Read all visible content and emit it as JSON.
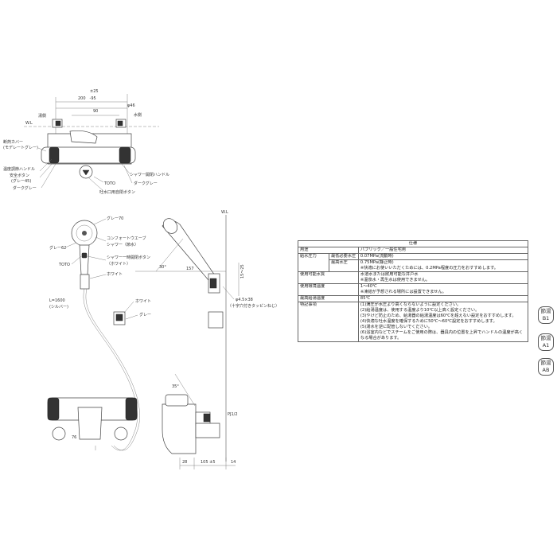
{
  "top_view": {
    "wl": "W.L",
    "hot_side": "湯側",
    "cold_side": "水側",
    "dim_pm25": "±25",
    "dim_200_95": "200　-95",
    "dim_90": "90",
    "dim_phi46": "φ46",
    "heat_guard": [
      "断熱カバー",
      "(モデレートグレー)"
    ],
    "temp_handle": "温度調節ハンドル",
    "safety_button": [
      "安全ボタン",
      "(グレー45)"
    ],
    "dark_gray_1": "ダークグレー",
    "toto": "TOTO",
    "shower_handle": "シャワー開閉ハンドル",
    "dark_gray_2": "ダークグレー",
    "spout_button": "吐水口用自閉ボタン"
  },
  "shower_view": {
    "gray70": "グレー70",
    "comfort_wave": [
      "コンフォートウエーブ",
      "シャワー（節水）"
    ],
    "gray62": "グレー62",
    "toto": "TOTO",
    "pause_button": [
      "シャワー一時開閉ボタン",
      "（ホワイト）"
    ],
    "white1": "ホワイト",
    "hose": [
      "L=1600",
      "(シルバー)"
    ],
    "white2": "ホワイト",
    "gray": "グレー",
    "wl": "W.L",
    "angle30": "30°",
    "dim157": "157",
    "dim_range": "15～25",
    "screw": [
      "φ4.5×38",
      "（十字穴付きタッピンねじ）"
    ]
  },
  "front_view": {
    "dim76": "76",
    "angle35": "35°",
    "pj": "PJ1/2",
    "dim28": "28",
    "dim105": "105 ±5",
    "dim14": "14"
  },
  "spec_table": {
    "title": "仕様",
    "rows": [
      {
        "label": "用途",
        "sub": "",
        "value": [
          "パブリック／一般住宅用"
        ]
      },
      {
        "label": "給水圧力",
        "sub": "最低必要水圧",
        "value": [
          "0.07MPa(流動時)"
        ]
      },
      {
        "label": "",
        "sub": "最高水圧",
        "value": [
          "0.75MPa(静止時)",
          "※快適にお使いいただくためには、0.2MPa程度の圧力をおすすめします。"
        ]
      },
      {
        "label": "使用可能水質",
        "sub": "",
        "value": [
          "水道水または飲用可能な井戸水",
          "※温泉水・再生水は使用できません。"
        ]
      },
      {
        "label": "使用環境温度",
        "sub": "",
        "value": [
          "1～40℃",
          "※凍結が予想される場所には設置できません。"
        ]
      },
      {
        "label": "最高給湯温度",
        "sub": "",
        "value": [
          "85℃"
        ]
      },
      {
        "label": "特記事項",
        "sub": "",
        "value": [
          "(1)满圧が水圧より高くならないように設定ください。",
          "(2)給湯温度は、使用する温度より10℃以上高く設定ください。",
          "(3)やけど防止のため、給湯器の給湯温度は60℃を超えない設定をおすすめします。",
          "(4)快適な吐水温度を確保するために50℃～60℃設定をおすすめします。",
          "(5)湯水を逆に配管しないでください。",
          "(6)浴室内などでスチームをご使用の際は、器具内の位置を上昇でハンドルの温度が高くなる場合があります。"
        ]
      }
    ]
  },
  "badges": [
    {
      "top": "節湯",
      "bottom": "B1"
    },
    {
      "top": "節湯",
      "bottom": "A1"
    },
    {
      "top": "節湯",
      "bottom": "AB"
    }
  ]
}
